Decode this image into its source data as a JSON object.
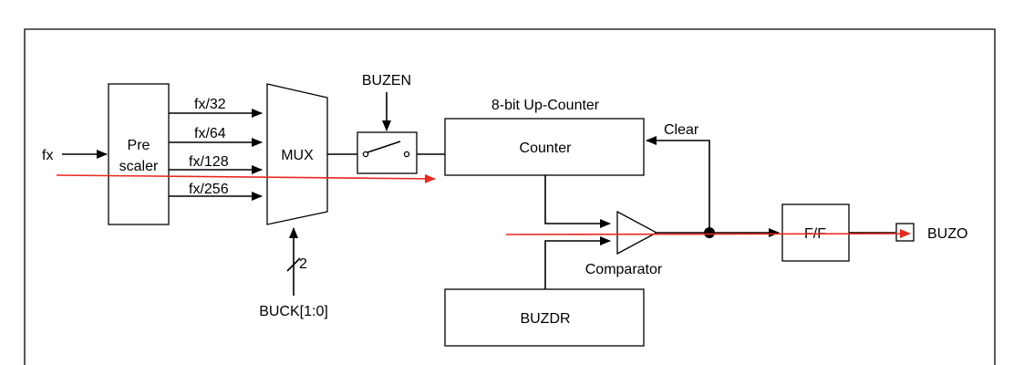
{
  "diagram": {
    "labels": {
      "fx": "fx",
      "prescaler_line1": "Pre",
      "prescaler_line2": "scaler",
      "fx32": "fx/32",
      "fx64": "fx/64",
      "fx128": "fx/128",
      "fx256": "fx/256",
      "mux": "MUX",
      "buck": "BUCK[1:0]",
      "bus_width": "2",
      "buzen": "BUZEN",
      "upcounter": "8-bit Up-Counter",
      "counter": "Counter",
      "clear": "Clear",
      "comparator": "Comparator",
      "buzdr": "BUZDR",
      "ff": "F/F",
      "buzo": "BUZO"
    },
    "colors": {
      "line": "#000000",
      "highlight": "#e8281e"
    }
  }
}
